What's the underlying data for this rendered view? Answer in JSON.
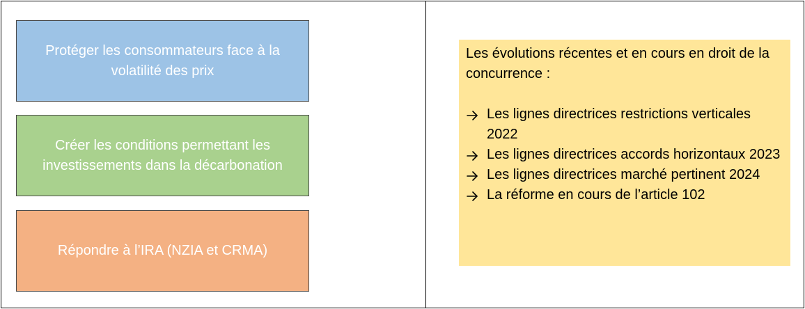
{
  "colors": {
    "box_blue": "#9dc3e6",
    "box_green": "#a9d18e",
    "box_orange": "#f4b183",
    "note_yellow": "#ffe699"
  },
  "left_boxes": [
    {
      "label": "Protéger les consommateurs face à la volatilité des prix"
    },
    {
      "label": "Créer les conditions permettant les investissements dans la décarbonation"
    },
    {
      "label": "Répondre à l’IRA (NZIA et CRMA)"
    }
  ],
  "note": {
    "intro": "Les évolutions récentes et en cours en droit de la concurrence :",
    "bullet_icon": "right-arrow-icon",
    "items": [
      "Les lignes directrices restrictions verticales 2022",
      "Les lignes directrices accords horizontaux 2023",
      "Les lignes directrices marché pertinent 2024",
      "La réforme en cours de l’article 102"
    ]
  }
}
